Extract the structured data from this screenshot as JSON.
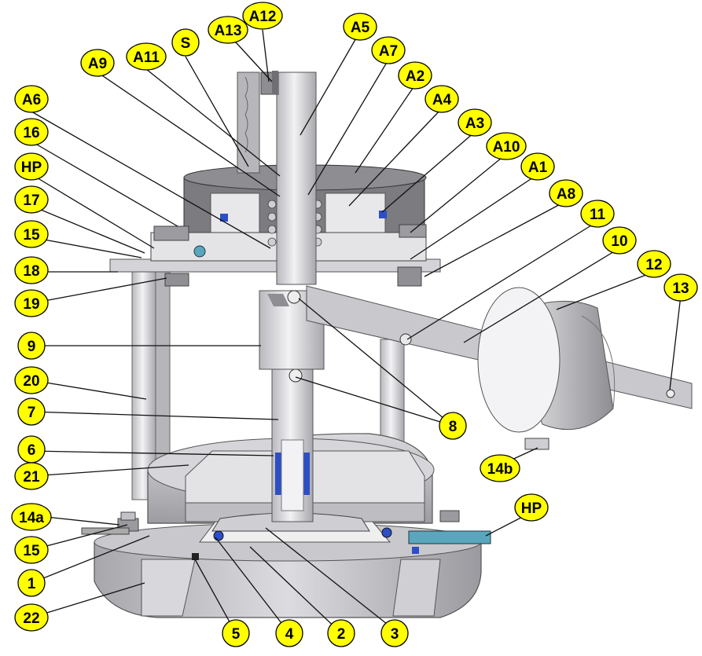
{
  "colors": {
    "label_fill": "#ffff00",
    "label_stroke": "#000000",
    "metal_light": "#e6e6e9",
    "metal_mid": "#c4c4c8",
    "metal_dark": "#8d8d92",
    "cover_dark": "#7b7b80",
    "seal_blue": "#2c4ec6",
    "hp_blue": "#5aa7bd"
  },
  "labels": [
    {
      "id": "A12",
      "text": "A12"
    },
    {
      "id": "A13",
      "text": "A13"
    },
    {
      "id": "A5",
      "text": "A5"
    },
    {
      "id": "S",
      "text": "S"
    },
    {
      "id": "A11",
      "text": "A11"
    },
    {
      "id": "A9",
      "text": "A9"
    },
    {
      "id": "A7",
      "text": "A7"
    },
    {
      "id": "A2",
      "text": "A2"
    },
    {
      "id": "A6",
      "text": "A6"
    },
    {
      "id": "A4",
      "text": "A4"
    },
    {
      "id": "A3",
      "text": "A3"
    },
    {
      "id": "16",
      "text": "16"
    },
    {
      "id": "A10",
      "text": "A10"
    },
    {
      "id": "HP_top",
      "text": "HP"
    },
    {
      "id": "A1",
      "text": "A1"
    },
    {
      "id": "17",
      "text": "17"
    },
    {
      "id": "A8",
      "text": "A8"
    },
    {
      "id": "11",
      "text": "11"
    },
    {
      "id": "15_top",
      "text": "15"
    },
    {
      "id": "10",
      "text": "10"
    },
    {
      "id": "18",
      "text": "18"
    },
    {
      "id": "12",
      "text": "12"
    },
    {
      "id": "19",
      "text": "19"
    },
    {
      "id": "13",
      "text": "13"
    },
    {
      "id": "9",
      "text": "9"
    },
    {
      "id": "20",
      "text": "20"
    },
    {
      "id": "7",
      "text": "7"
    },
    {
      "id": "8",
      "text": "8"
    },
    {
      "id": "6",
      "text": "6"
    },
    {
      "id": "14b",
      "text": "14b"
    },
    {
      "id": "21",
      "text": "21"
    },
    {
      "id": "HP_bottom",
      "text": "HP"
    },
    {
      "id": "14a",
      "text": "14a"
    },
    {
      "id": "15_bottom",
      "text": "15"
    },
    {
      "id": "1",
      "text": "1"
    },
    {
      "id": "22",
      "text": "22"
    },
    {
      "id": "5",
      "text": "5"
    },
    {
      "id": "4",
      "text": "4"
    },
    {
      "id": "2",
      "text": "2"
    },
    {
      "id": "3",
      "text": "3"
    }
  ]
}
